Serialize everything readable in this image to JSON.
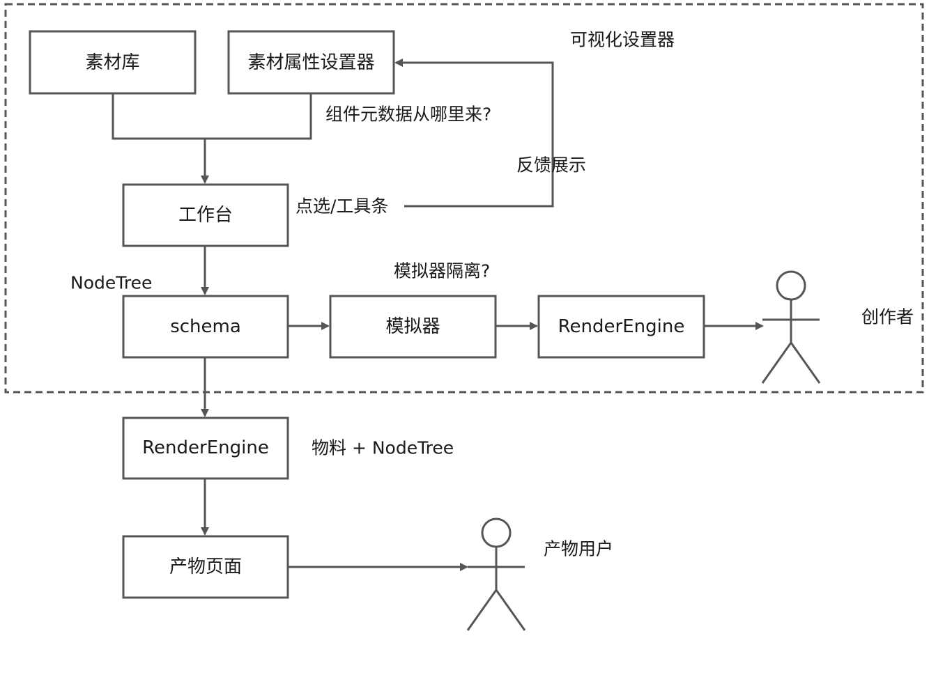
{
  "boxes": {
    "material_library": "素材库",
    "material_property_setter": "素材属性设置器",
    "workbench": "工作台",
    "schema": "schema",
    "simulator": "模拟器",
    "render_engine_editor": "RenderEngine",
    "render_engine_output": "RenderEngine",
    "product_page": "产物页面"
  },
  "labels": {
    "visual_setter": "可视化设置器",
    "metadata_question": "组件元数据从哪里来?",
    "feedback_display": "反馈展示",
    "click_toolbar": "点选/工具条",
    "node_tree": "NodeTree",
    "simulator_isolation": "模拟器隔离?",
    "creator": "创作者",
    "material_plus_nodetree": "物料 + NodeTree",
    "product_user": "产物用户"
  },
  "colors": {
    "stroke": "#555555",
    "text": "#1a1a1a",
    "background": "#ffffff"
  }
}
